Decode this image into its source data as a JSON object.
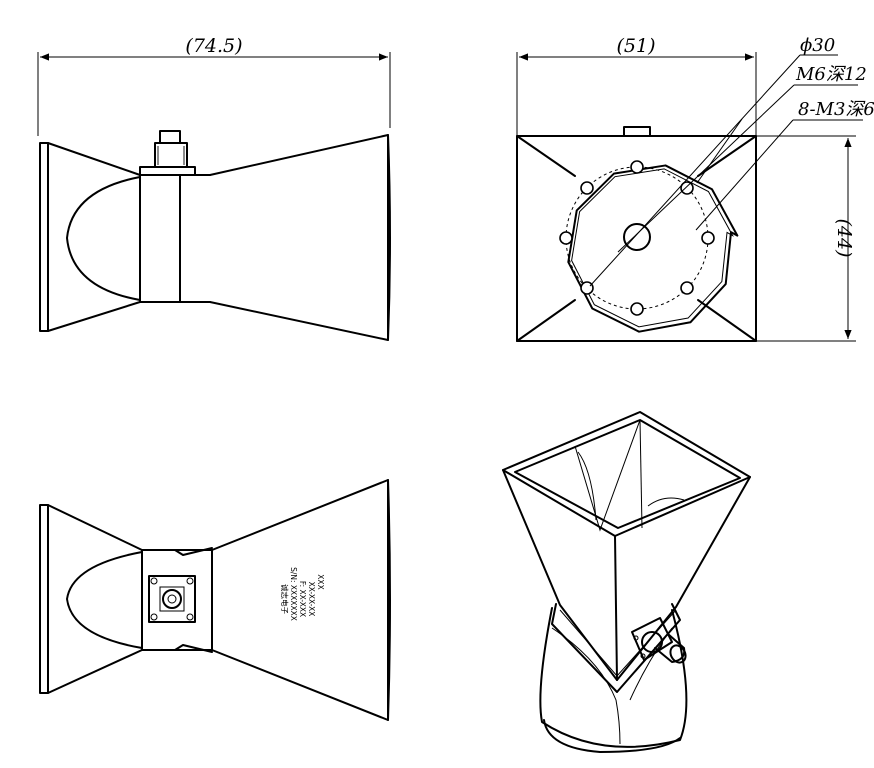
{
  "dimensions": {
    "side_length": "(74.5)",
    "front_width": "(51)",
    "front_height": "(44)"
  },
  "callouts": {
    "diameter": "ϕ30",
    "center_thread": "M6深12",
    "mount_holes": "8-M3深6"
  },
  "nameplate": {
    "line1": "XXX",
    "line2": "XX-XX-XX",
    "line3": "F: XX-XXX",
    "line4": "S/N: XXXXXXX",
    "line5": "诚志电子"
  }
}
